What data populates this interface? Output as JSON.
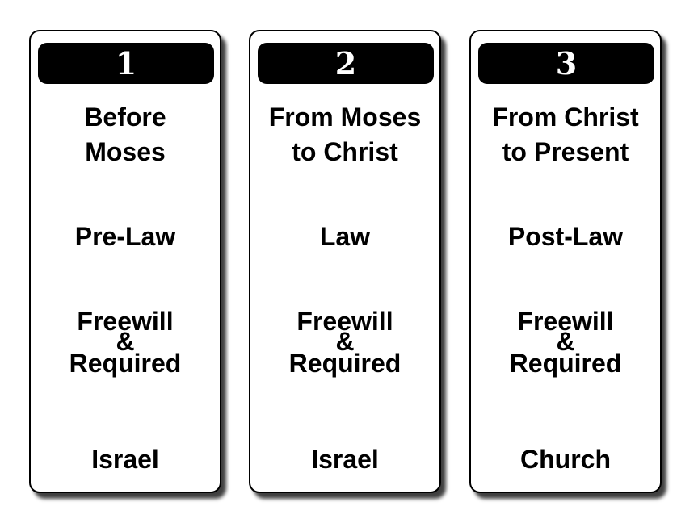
{
  "columns": [
    {
      "number": "1",
      "heading_line1": "Before",
      "heading_line2": "Moses",
      "era": "Pre-Law",
      "giving_line1": "Freewill",
      "giving_line2": "&",
      "giving_line3": "Required",
      "people": "Israel"
    },
    {
      "number": "2",
      "heading_line1": "From Moses",
      "heading_line2": "to Christ",
      "era": "Law",
      "giving_line1": "Freewill",
      "giving_line2": "&",
      "giving_line3": "Required",
      "people": "Israel"
    },
    {
      "number": "3",
      "heading_line1": "From Christ",
      "heading_line2": "to Present",
      "era": "Post-Law",
      "giving_line1": "Freewill",
      "giving_line2": "&",
      "giving_line3": "Required",
      "people": "Church"
    }
  ],
  "colors": {
    "card_border": "#000000",
    "badge_background": "#000000",
    "badge_text": "#ffffff",
    "text": "#000000"
  }
}
